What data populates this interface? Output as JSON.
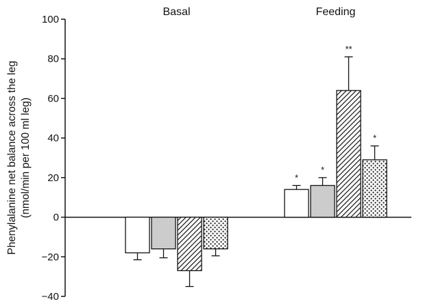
{
  "chart_data": {
    "type": "bar",
    "categories": [
      "Basal",
      "Feeding"
    ],
    "ylabel_lines": [
      "Phenylalanine net balance across the leg",
      "(nmol/min per 100 ml leg)"
    ],
    "ylim": [
      -40,
      100
    ],
    "yticks": [
      100,
      80,
      60,
      40,
      20,
      0,
      -20,
      -40
    ],
    "ytick_labels": [
      "100",
      "80",
      "60",
      "40",
      "20",
      "0",
      "−20",
      "−40"
    ],
    "grid": false,
    "legend": "none",
    "series": [
      {
        "fill": "white",
        "values": [
          -18,
          14
        ],
        "error": [
          3.5,
          2
        ],
        "significance": [
          "",
          "*"
        ]
      },
      {
        "fill": "gray",
        "values": [
          -16,
          16
        ],
        "error": [
          4.5,
          4
        ],
        "significance": [
          "",
          "*"
        ]
      },
      {
        "fill": "diagonal-hatch",
        "values": [
          -27,
          64
        ],
        "error": [
          8,
          17
        ],
        "significance": [
          "",
          "**"
        ]
      },
      {
        "fill": "dots",
        "values": [
          -16,
          29
        ],
        "error": [
          3.5,
          7
        ],
        "significance": [
          "",
          "*"
        ]
      }
    ]
  }
}
